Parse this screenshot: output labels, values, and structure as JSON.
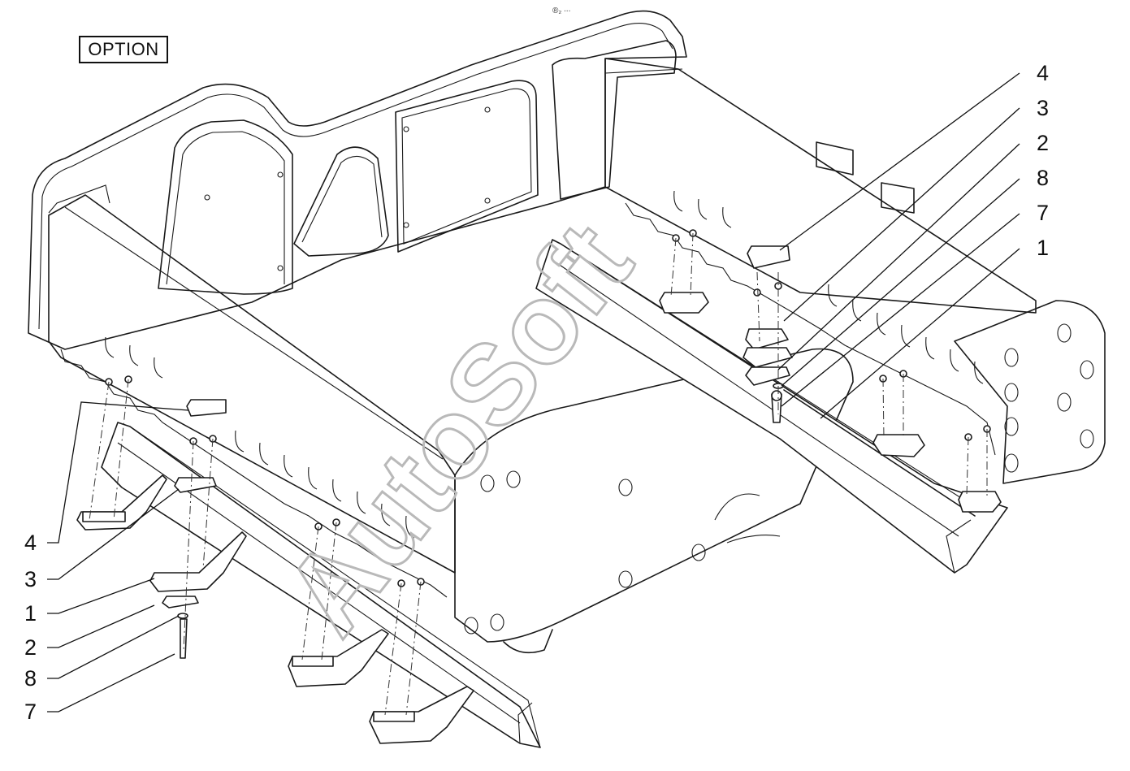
{
  "option_label": "OPTION",
  "header_mark": "®₂ ∙∙∙",
  "watermark": "AutoSoft",
  "callouts_right": [
    "4",
    "3",
    "2",
    "8",
    "7",
    "1"
  ],
  "callouts_left": [
    "4",
    "3",
    "1",
    "2",
    "8",
    "7"
  ],
  "parts_shown": [
    "bucket",
    "left-cutting-edge",
    "right-cutting-edge",
    "ripper-tooth",
    "tooth-adapter",
    "clamp-block",
    "wedge-plate",
    "washer",
    "bolt"
  ]
}
